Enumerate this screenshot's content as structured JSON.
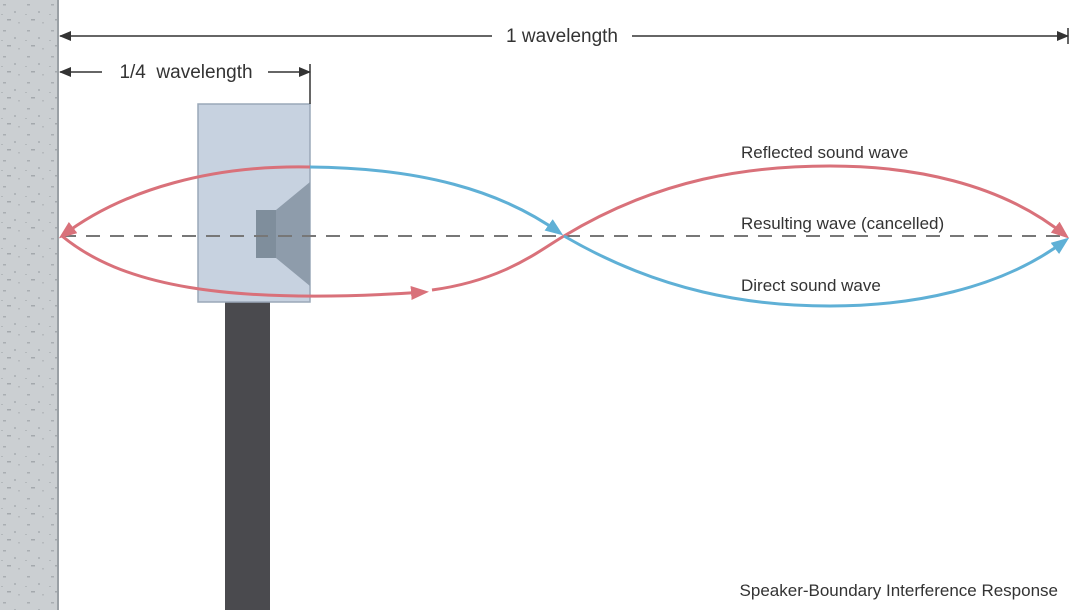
{
  "labels": {
    "full_wavelength": "1 wavelength",
    "quarter_wavelength": "1/4  wavelength",
    "reflected": "Reflected sound wave",
    "resulting": "Resulting wave (cancelled)",
    "direct": "Direct sound wave",
    "caption": "Speaker-Boundary Interference Response"
  },
  "colors": {
    "reflected_wave": "#d9717a",
    "direct_wave": "#5fb0d6",
    "resulting_wave": "#777777",
    "wall": "#c9cdd0",
    "speaker_cabinet": "#c7d2e0",
    "speaker_driver": "#7f8e9c",
    "stand": "#4a4a4e"
  }
}
